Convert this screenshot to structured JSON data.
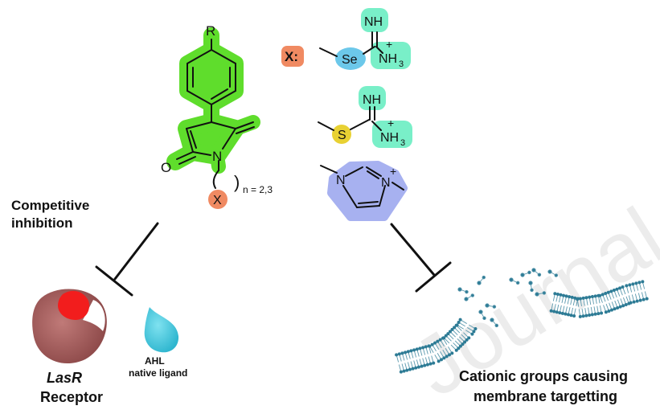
{
  "watermark": "Journal Pre-proof",
  "scaffold": {
    "substituent_r": "R",
    "carbonyl_o": "O",
    "ring_n": "N",
    "linker_x": "X",
    "chain_paren": ")",
    "chain_n": "n = 2,3"
  },
  "x_groups": {
    "label": "X:",
    "selenouronium": {
      "nh": "NH",
      "heteroatom": "Se",
      "nh3": "NH",
      "sub3": "3",
      "charge": "+"
    },
    "isothiouronium": {
      "nh": "NH",
      "heteroatom": "S",
      "nh3": "NH",
      "sub3": "3",
      "charge": "+"
    },
    "imidazolium": {
      "n1": "N",
      "n3": "N",
      "charge": "+"
    }
  },
  "left_branch": {
    "title_line1": "Competitive",
    "title_line2": "inhibition",
    "receptor_line1": "LasR",
    "receptor_line2": "Receptor",
    "ligand_line1": "AHL",
    "ligand_line2": "native ligand"
  },
  "right_branch": {
    "caption_line1": "Cationic groups causing",
    "caption_line2": "membrane targetting"
  },
  "colors": {
    "scaffold_highlight": "#5fdd2c",
    "x_label": "#f08a62",
    "selenium": "#6cc8ea",
    "amidinium": "#79efc8",
    "sulfur": "#e8d133",
    "imidazolium": "#a7b1f0",
    "receptor": "#a65d5d",
    "receptor_pocket": "#f21d1d",
    "ligand": "#3fc9df",
    "membrane": "#2d7b95"
  }
}
